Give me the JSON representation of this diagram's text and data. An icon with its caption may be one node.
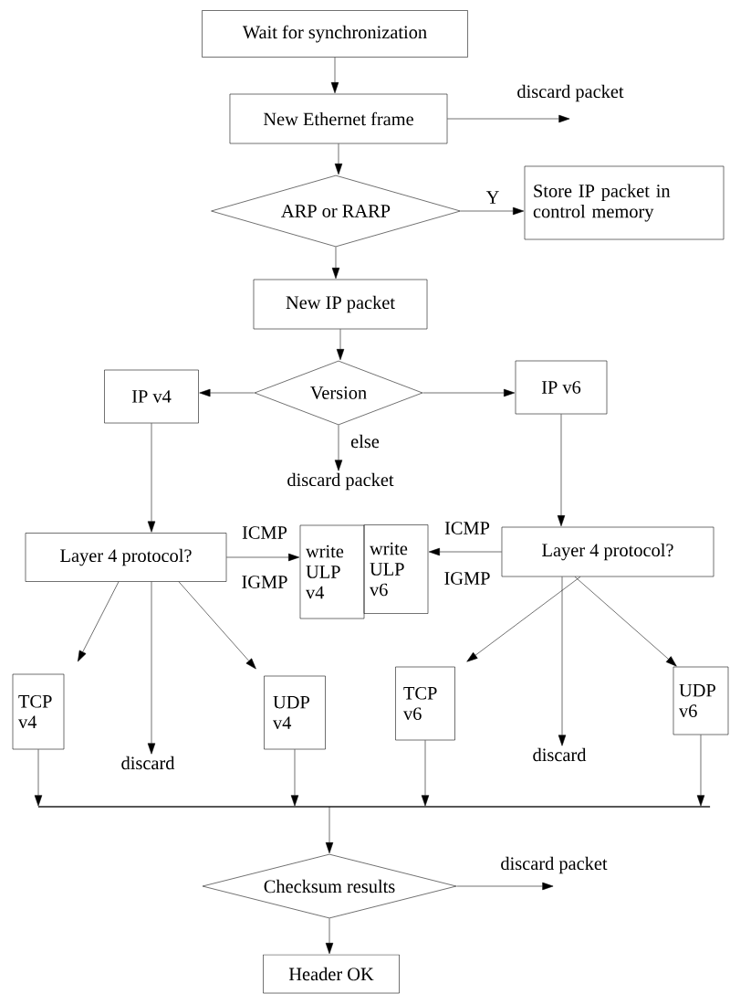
{
  "diagram": {
    "nodes": [
      {
        "text": [
          "Wait for synchronization"
        ]
      },
      {
        "text": [
          "New Ethernet frame"
        ]
      },
      {
        "text": [
          "discard packet"
        ]
      },
      {
        "text": [
          "ARP or RARP"
        ]
      },
      {
        "text": [
          "Store IP packet in control memory"
        ]
      },
      {
        "text": [
          "New IP packet"
        ]
      },
      {
        "text": [
          "Version"
        ]
      },
      {
        "text": [
          "IP v4"
        ]
      },
      {
        "text": [
          "IP v6"
        ]
      },
      {
        "text": [
          "discard packet"
        ]
      },
      {
        "text": [
          "Layer 4 protocol?"
        ]
      },
      {
        "text": [
          "write ULP v4"
        ]
      },
      {
        "text": [
          "write ULP v6"
        ]
      },
      {
        "text": [
          "Layer 4 protocol?"
        ]
      },
      {
        "text": [
          "TCP v4"
        ]
      },
      {
        "text": [
          "discard"
        ]
      },
      {
        "text": [
          "UDP v4"
        ]
      },
      {
        "text": [
          "TCP v6"
        ]
      },
      {
        "text": [
          "discard"
        ]
      },
      {
        "text": [
          "UDP v6"
        ]
      },
      {
        "text": [],
        "shape": "bar"
      },
      {
        "text": [
          "Checksum results"
        ]
      },
      {
        "text": [
          "discard packet"
        ]
      },
      {
        "text": [
          "Header OK"
        ]
      }
    ],
    "edges": [
      {
        "from": 0,
        "to": 1,
        "arrow": "to"
      },
      {
        "from": 1,
        "to": 2,
        "arrow": "to"
      },
      {
        "from": 1,
        "to": 3,
        "arrow": "to"
      },
      {
        "from": 3,
        "to": 4,
        "arrow": "to",
        "label": "Y"
      },
      {
        "from": 3,
        "to": 5,
        "arrow": "to"
      },
      {
        "from": 5,
        "to": 6,
        "arrow": "to"
      },
      {
        "from": 6,
        "to": 7,
        "arrow": "to"
      },
      {
        "from": 6,
        "to": 8,
        "arrow": "to"
      },
      {
        "from": 6,
        "to": 9,
        "arrow": "to",
        "label": "else"
      },
      {
        "from": 7,
        "to": 10,
        "arrow": "to"
      },
      {
        "from": 8,
        "to": 13,
        "arrow": "to"
      },
      {
        "from": 10,
        "to": 11,
        "arrow": "to"
      },
      {
        "from": 13,
        "to": 12,
        "arrow": "to"
      },
      {
        "from": 10,
        "to": 14,
        "arrow": "to"
      },
      {
        "from": 10,
        "to": 15,
        "arrow": "to"
      },
      {
        "from": 10,
        "to": 16,
        "arrow": "to"
      },
      {
        "from": 13,
        "to": 17,
        "arrow": "to"
      },
      {
        "from": 13,
        "to": 18,
        "arrow": "to"
      },
      {
        "from": 13,
        "to": 19,
        "arrow": "to"
      },
      {
        "from": 14,
        "to": 20,
        "arrow": "to"
      },
      {
        "from": 16,
        "to": 20,
        "arrow": "to"
      },
      {
        "from": 17,
        "to": 20,
        "arrow": "to"
      },
      {
        "from": 19,
        "to": 20,
        "arrow": "to"
      },
      {
        "from": 20,
        "to": 21,
        "arrow": "to"
      },
      {
        "from": 21,
        "to": 22,
        "arrow": "to"
      },
      {
        "from": 21,
        "to": 23,
        "arrow": "to"
      }
    ],
    "labels": [
      "ICMP",
      "IGMP",
      "ICMP",
      "IGMP"
    ]
  }
}
